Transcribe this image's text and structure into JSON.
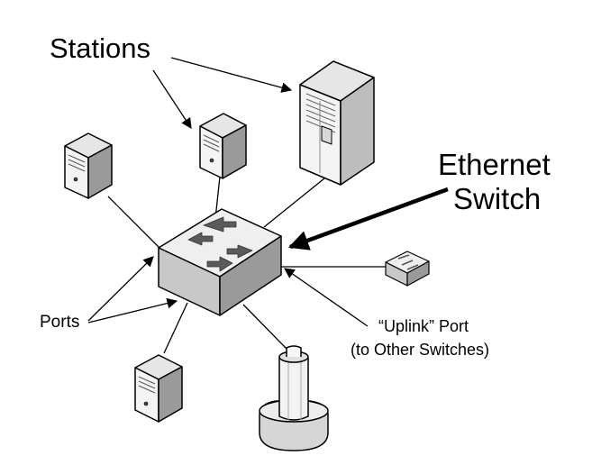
{
  "labels": {
    "stations": "Stations",
    "switch_line1": "Ethernet",
    "switch_line2": "Switch",
    "ports": "Ports",
    "uplink_line1": "“Uplink” Port",
    "uplink_line2": "(to Other Switches)"
  },
  "colors": {
    "line": "#000000",
    "device_light": "#f2f2f2",
    "device_mid": "#d4d4d4",
    "device_dark": "#8c8c8c",
    "arrow_glyph": "#555555"
  }
}
